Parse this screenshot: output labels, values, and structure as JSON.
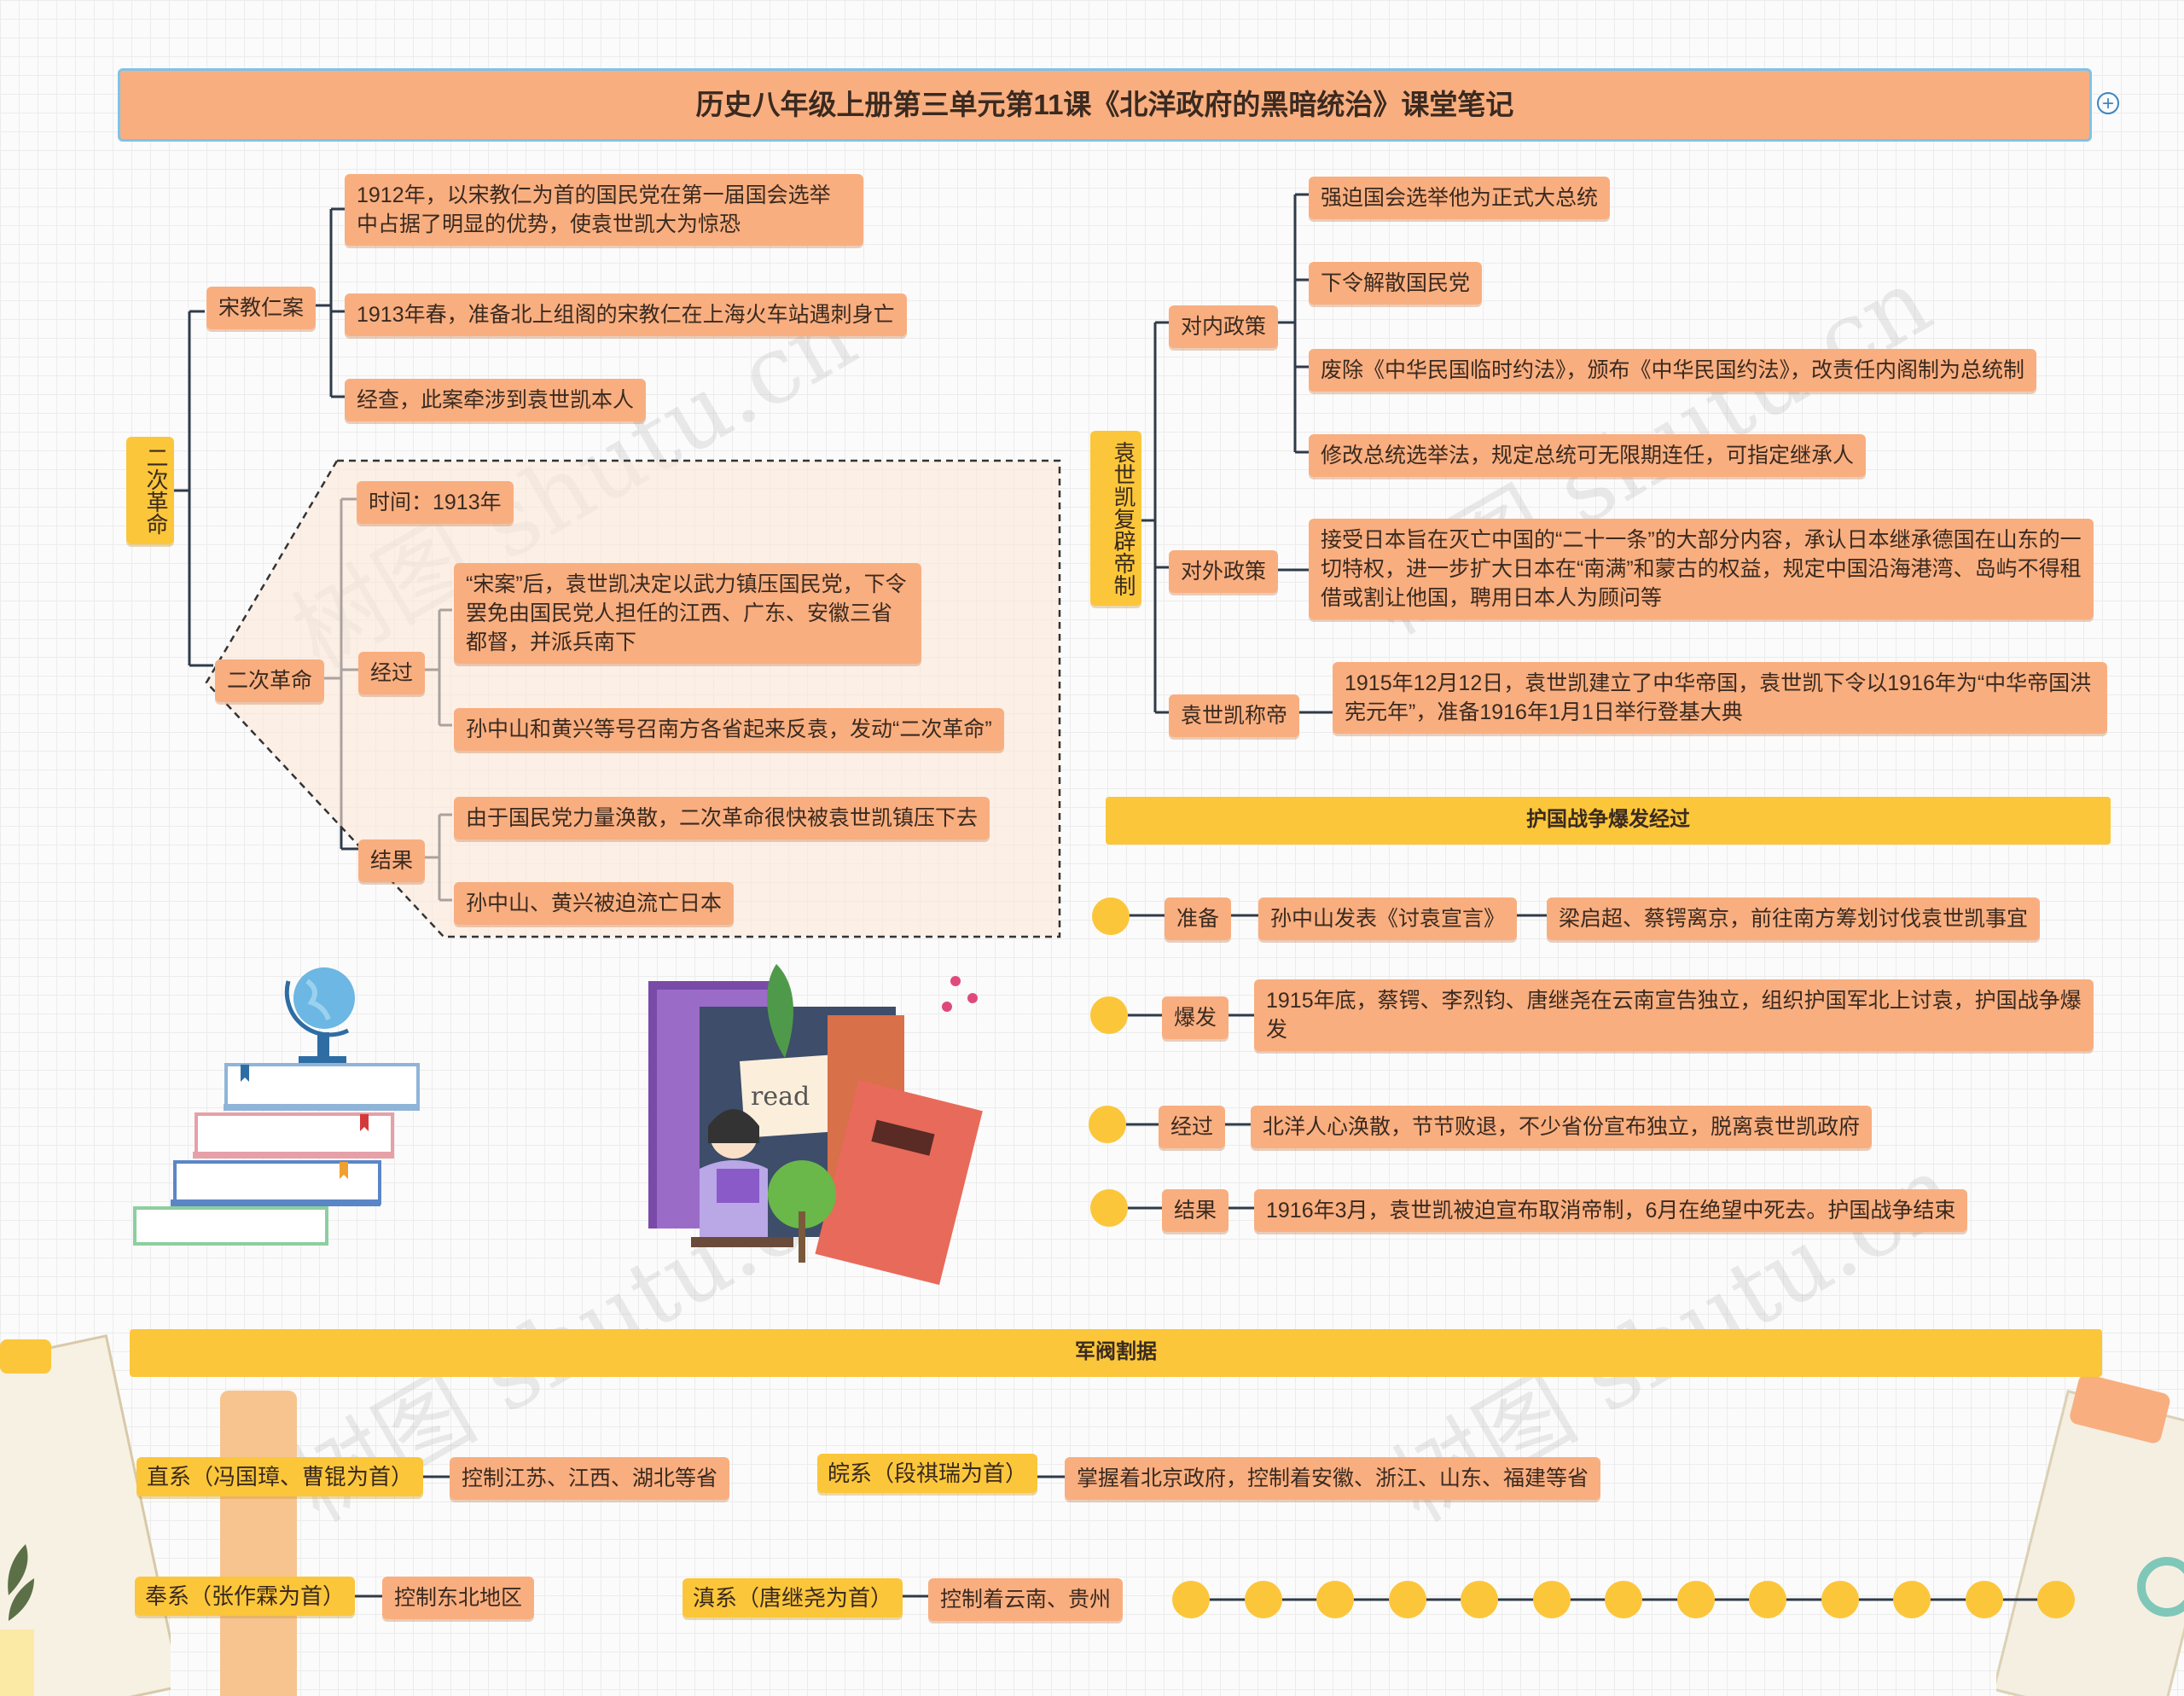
{
  "title": "历史八年级上册第三单元第11课《北洋政府的黑暗统治》课堂笔记",
  "watermark": "树图 shutu.cn",
  "left": {
    "root": "二次革命",
    "song": {
      "label": "宋教仁案",
      "items": [
        "1912年，以宋教仁为首的国民党在第一届国会选举中占据了明显的优势，使袁世凯大为惊恐",
        "1913年春，准备北上组阁的宋教仁在上海火车站遇刺身亡",
        "经查，此案牵涉到袁世凯本人"
      ]
    },
    "rev": {
      "label": "二次革命",
      "time": "时间：1913年",
      "process_label": "经过",
      "process": [
        "“宋案”后，袁世凯决定以武力镇压国民党，下令罢免由国民党人担任的江西、广东、安徽三省都督，并派兵南下",
        "孙中山和黄兴等号召南方各省起来反袁，发动“二次革命”"
      ],
      "result_label": "结果",
      "result": [
        "由于国民党力量涣散，二次革命很快被袁世凯镇压下去",
        "孙中山、黄兴被迫流亡日本"
      ]
    }
  },
  "right": {
    "root": "袁世凯复辟帝制",
    "domestic": {
      "label": "对内政策",
      "items": [
        "强迫国会选举他为正式大总统",
        "下令解散国民党",
        "废除《中华民国临时约法》，颁布《中华民国约法》，改责任内阁制为总统制",
        "修改总统选举法，规定总统可无限期连任，可指定继承人"
      ]
    },
    "foreign": {
      "label": "对外政策",
      "text": "接受日本旨在灭亡中国的“二十一条”的大部分内容，承认日本继承德国在山东的一切特权，进一步扩大日本在“南满”和蒙古的权益，规定中国沿海港湾、岛屿不得租借或割让他国，聘用日本人为顾问等"
    },
    "emperor": {
      "label": "袁世凯称帝",
      "text": "1915年12月12日，袁世凯建立了中华帝国，袁世凯下令以1916年为“中华帝国洪宪元年”，准备1916年1月1日举行登基大典"
    }
  },
  "war": {
    "title": "护国战争爆发经过",
    "rows": [
      {
        "label": "准备",
        "text": "孙中山发表《讨袁宣言》",
        "text2": "梁启超、蔡锷离京，前往南方筹划讨伐袁世凯事宜"
      },
      {
        "label": "爆发",
        "text": "1915年底，蔡锷、李烈钧、唐继尧在云南宣告独立，组织护国军北上讨袁，护国战争爆发"
      },
      {
        "label": "经过",
        "text": "北洋人心涣散，节节败退，不少省份宣布独立，脱离袁世凯政府"
      },
      {
        "label": "结果",
        "text": "1916年3月，袁世凯被迫宣布取消帝制，6月在绝望中死去。护国战争结束"
      }
    ]
  },
  "warlord": {
    "title": "军阀割据",
    "groups": [
      {
        "label": "直系（冯国璋、曹锟为首）",
        "text": "控制江苏、江西、湖北等省"
      },
      {
        "label": "皖系（段祺瑞为首）",
        "text": "掌握着北京政府，控制着安徽、浙江、山东、福建等省"
      },
      {
        "label": "奉系（张作霖为首）",
        "text": "控制东北地区"
      },
      {
        "label": "滇系（唐继尧为首）",
        "text": "控制着云南、贵州"
      }
    ]
  },
  "decor_image_text": "read",
  "colors": {
    "node": "#f9ae7f",
    "accent": "#fbc63a",
    "line": "#2f3b4a",
    "title_border": "#7ec3e8"
  }
}
